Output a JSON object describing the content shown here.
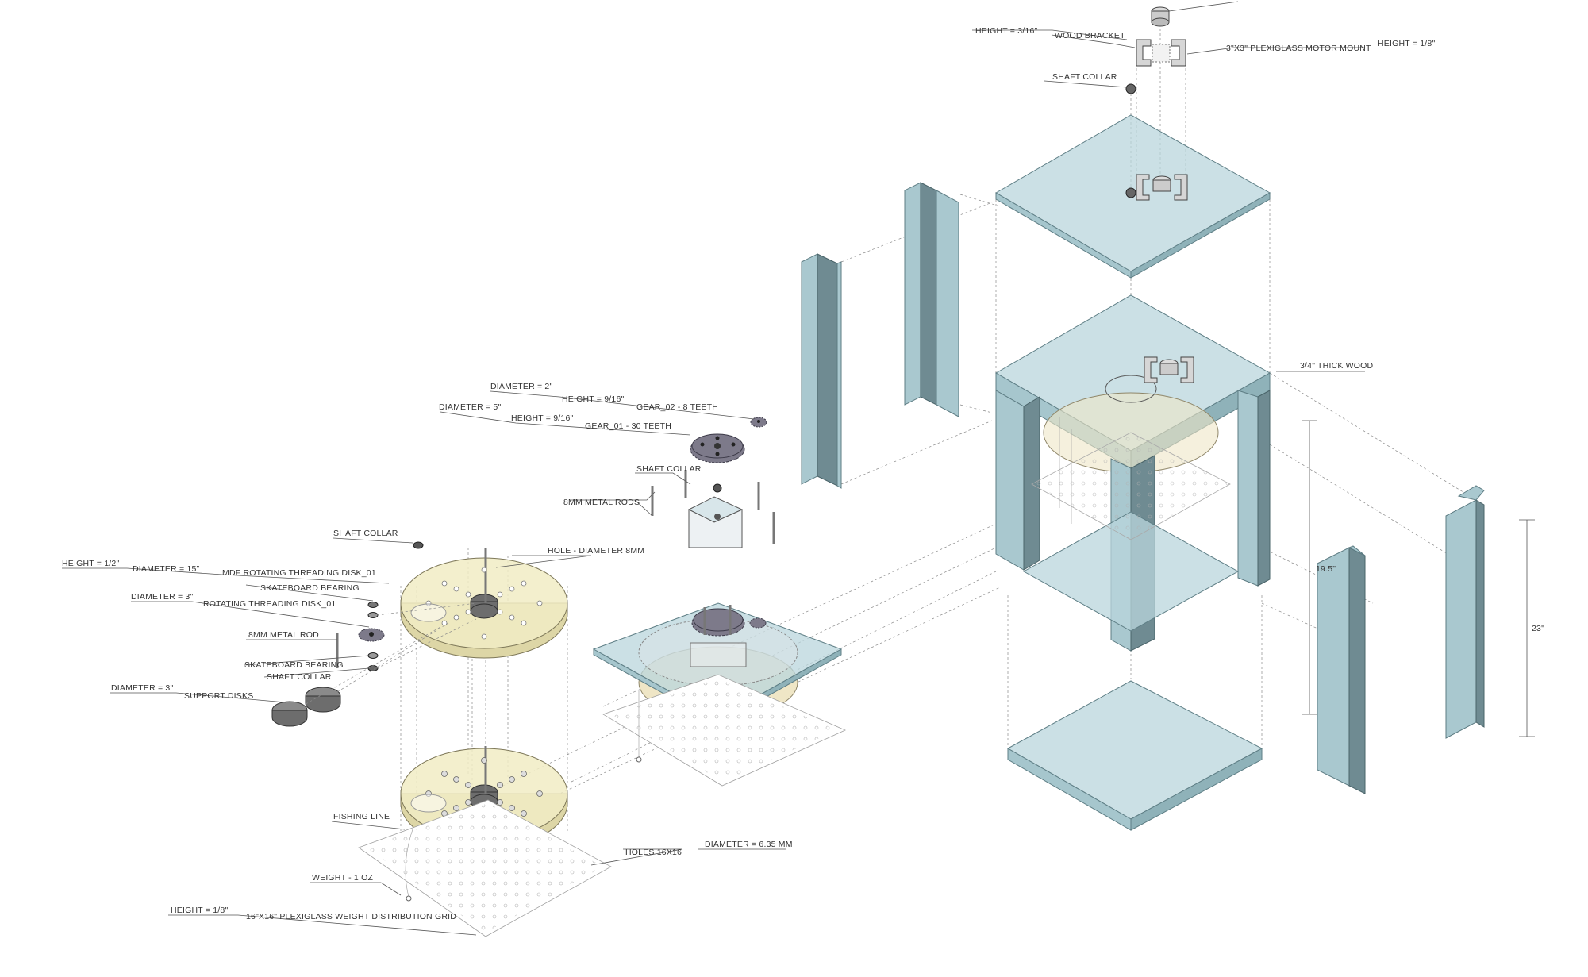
{
  "labels": {
    "height_3_16": "HEIGHT = 3/16\"",
    "wood_bracket": "WOOD BRACKET",
    "motor_mount": "3\"X3\" PLEXIGLASS MOTOR MOUNT",
    "height_1_8_top": "HEIGHT = 1/8\"",
    "shaft_collar_top": "SHAFT COLLAR",
    "thick_wood": "3/4\" THICK WOOD",
    "dim_19_5": "19.5\"",
    "dim_23": "23\"",
    "diameter_2": "DIAMETER = 2\"",
    "height_9_16_a": "HEIGHT = 9/16\"",
    "gear_02": "GEAR_02 - 8 TEETH",
    "diameter_5": "DIAMETER = 5\"",
    "height_9_16_b": "HEIGHT = 9/16\"",
    "gear_01": "GEAR_01 - 30 TEETH",
    "shaft_collar_mid": "SHAFT COLLAR",
    "metal_rods": "8MM METAL RODS",
    "shaft_collar_left": "SHAFT COLLAR",
    "hole_diameter": "HOLE - DIAMETER 8MM",
    "height_1_2": "HEIGHT = 1/2\"",
    "diameter_15": "DIAMETER = 15\"",
    "mdf_disk": "MDF ROTATING THREADING DISK_01",
    "skate_bearing_1": "SKATEBOARD BEARING",
    "diameter_3_a": "DIAMETER = 3\"",
    "rot_disk": "ROTATING THREADING DISK_01",
    "metal_rod": "8MM METAL ROD",
    "skate_bearing_2": "SKATEBOARD BEARING",
    "shaft_collar_low": "SHAFT COLLAR",
    "diameter_3_b": "DIAMETER = 3\"",
    "support_disks": "SUPPORT DISKS",
    "fishing_line": "FISHING LINE",
    "holes": "HOLES 16X16",
    "diameter_mm": "DIAMETER = 6.35 MM",
    "weight": "WEIGHT - 1  OZ",
    "height_1_8_grid": "HEIGHT = 1/8\"",
    "grid_label": "16\"X16\" PLEXIGLASS WEIGHT DISTRIBUTION GRID"
  },
  "colors": {
    "glass": "#b9d6dc",
    "wood": "#a9c8cf",
    "disk": "#f1ecc4",
    "gear": "#7d7a8a"
  }
}
